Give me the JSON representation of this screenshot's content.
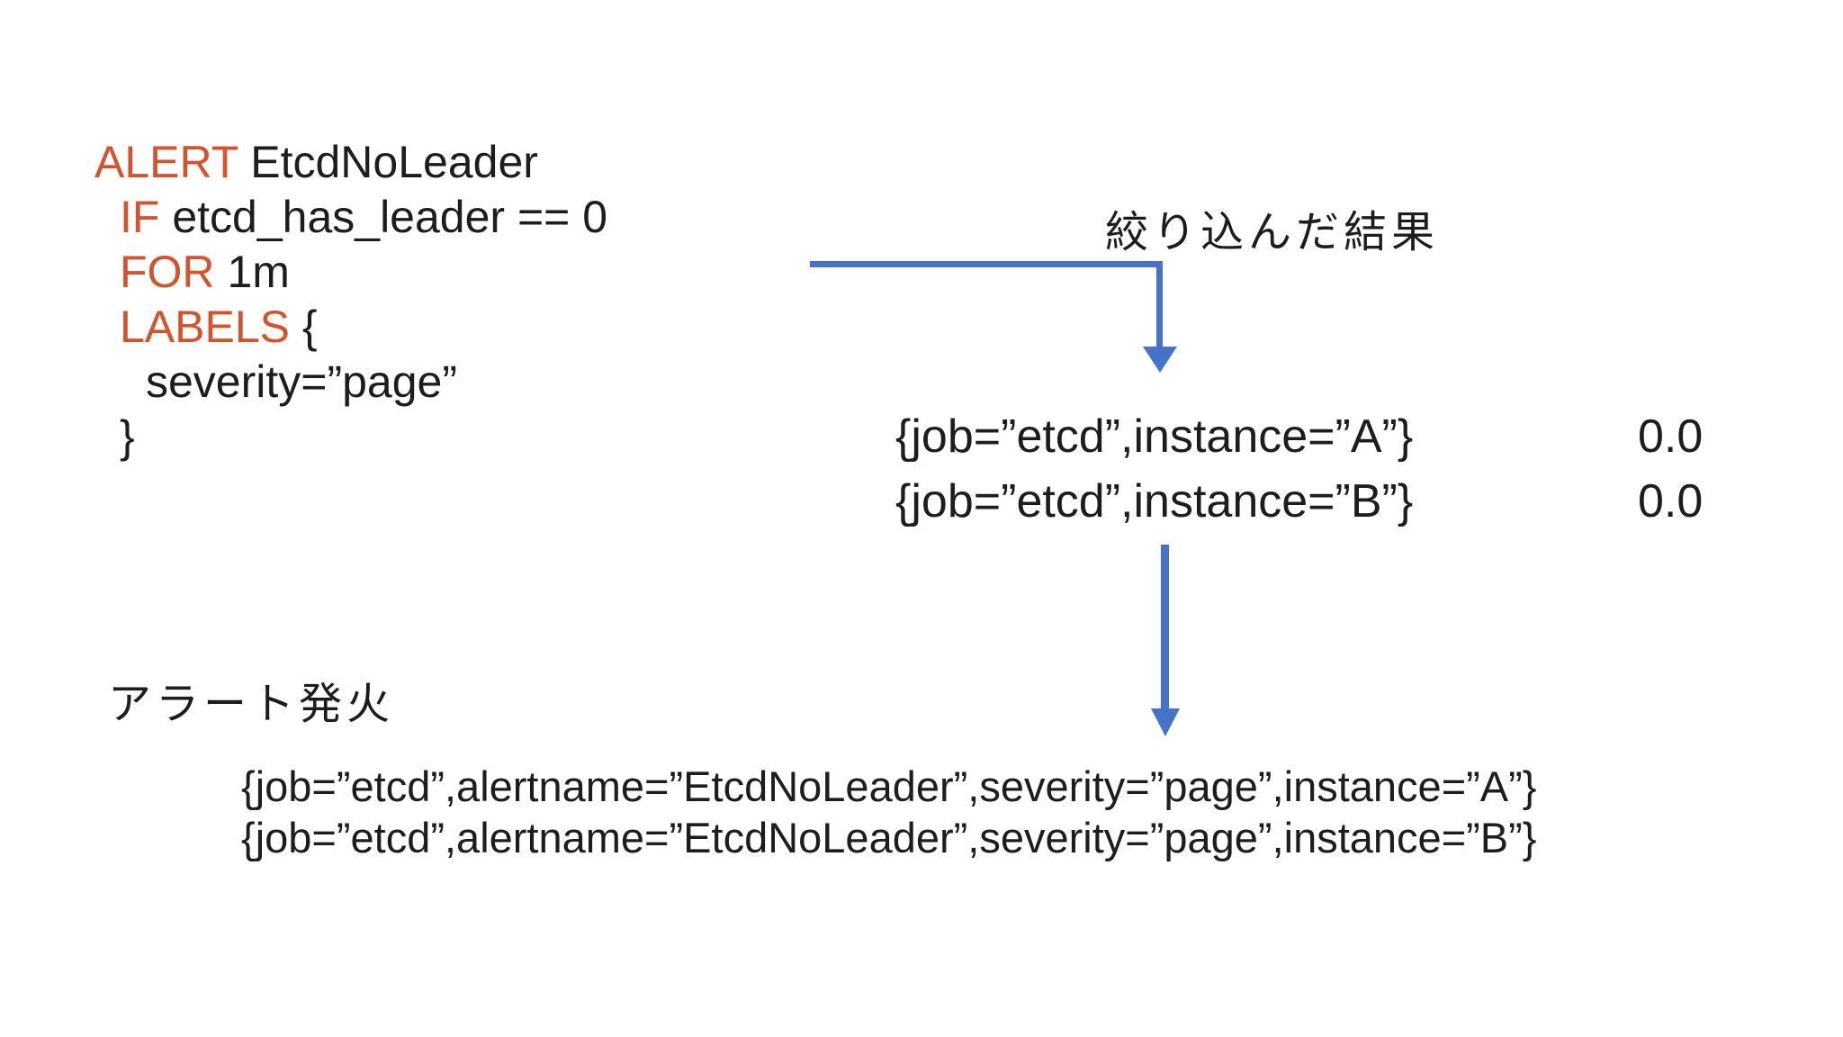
{
  "colors": {
    "keyword": "#d5522b",
    "text": "#1d1d1f",
    "arrow_blue": "#4573c8",
    "background": "#ffffff"
  },
  "code": {
    "lines": [
      {
        "keyword": "ALERT",
        "rest": " EtcdNoLeader"
      },
      {
        "keyword": "IF",
        "rest": " etcd_has_leader == 0"
      },
      {
        "keyword": "FOR",
        "rest": " 1m"
      },
      {
        "keyword": "LABELS",
        "rest": " {"
      },
      {
        "keyword": "",
        "rest": "severity=”page”"
      },
      {
        "keyword": "",
        "rest": "}"
      }
    ]
  },
  "filtered": {
    "label": "絞り込んだ結果",
    "rows": [
      {
        "selector": "{job=”etcd”,instance=”A”}",
        "value": "0.0"
      },
      {
        "selector": "{job=”etcd”,instance=”B”}",
        "value": "0.0"
      }
    ]
  },
  "fired": {
    "label": "アラート発火",
    "rows": [
      {
        "text": "{job=”etcd”,alertname=”EtcdNoLeader”,severity=”page”,instance=”A”}"
      },
      {
        "text": "{job=”etcd”,alertname=”EtcdNoLeader”,severity=”page”,instance=”B”}"
      }
    ]
  }
}
